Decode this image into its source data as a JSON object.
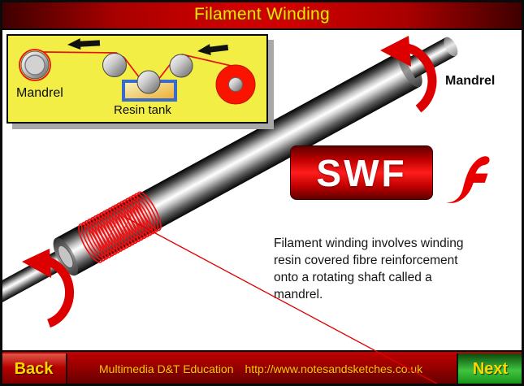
{
  "window": {
    "title": "Filament Winding"
  },
  "inset": {
    "mandrel_label": "Mandrel",
    "resin_tank_label": "Resin tank"
  },
  "stage": {
    "mandrel_label": "Mandrel",
    "swf_label": "SWF",
    "description_lines": [
      "Filament winding involves winding",
      "resin covered fibre reinforcement",
      "onto a rotating shaft called a",
      "mandrel."
    ]
  },
  "footer": {
    "back_label": "Back",
    "credit": "Multimedia D&T Education",
    "url": "http://www.notesandsketches.co.uk",
    "next_label": "Next"
  },
  "colors": {
    "title_red": "#c80000",
    "inset_yellow": "#f2ee45",
    "thread_red": "#e81010",
    "tank_blue": "#3a6bc8",
    "button_green": "#33bb33",
    "label_yellow": "#ffd700",
    "flash_red": "#e80000"
  },
  "icons": {
    "flash": "flash-f-icon",
    "rotation": "rotation-arrow-icon",
    "feed_direction": "feed-direction-arrow-icon"
  }
}
